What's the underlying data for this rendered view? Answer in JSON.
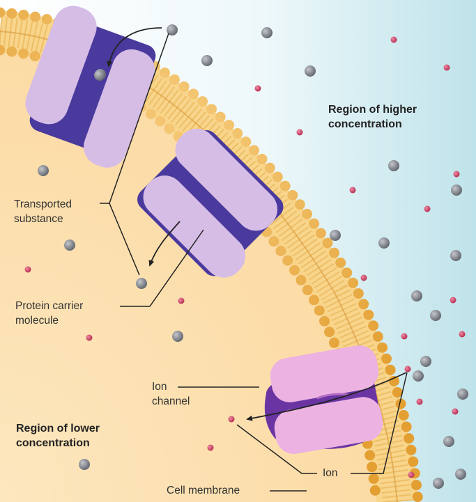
{
  "labels": {
    "region_higher": [
      "Region of higher",
      "concentration"
    ],
    "region_lower": [
      "Region of lower",
      "concentration"
    ],
    "transported": [
      "Transported",
      "substance"
    ],
    "protein_carrier": [
      "Protein carrier",
      "molecule"
    ],
    "ion_channel": [
      "Ion",
      "channel"
    ],
    "ion": "Ion",
    "cell_membrane": "Cell membrane"
  },
  "colors": {
    "inside_cell": "#fbd9a1",
    "outside_cell": "#bfe3ea",
    "phospholipid_head": "#f0b149",
    "tail_band": "#f9d58a",
    "carrier_body": "#4a3a9d",
    "carrier_subunit": "#d6bde6",
    "channel_subunit": "#ebb2e2",
    "solute_particle": "#84878e",
    "ion_particle": "#c9365b",
    "leader_line": "#222222"
  }
}
